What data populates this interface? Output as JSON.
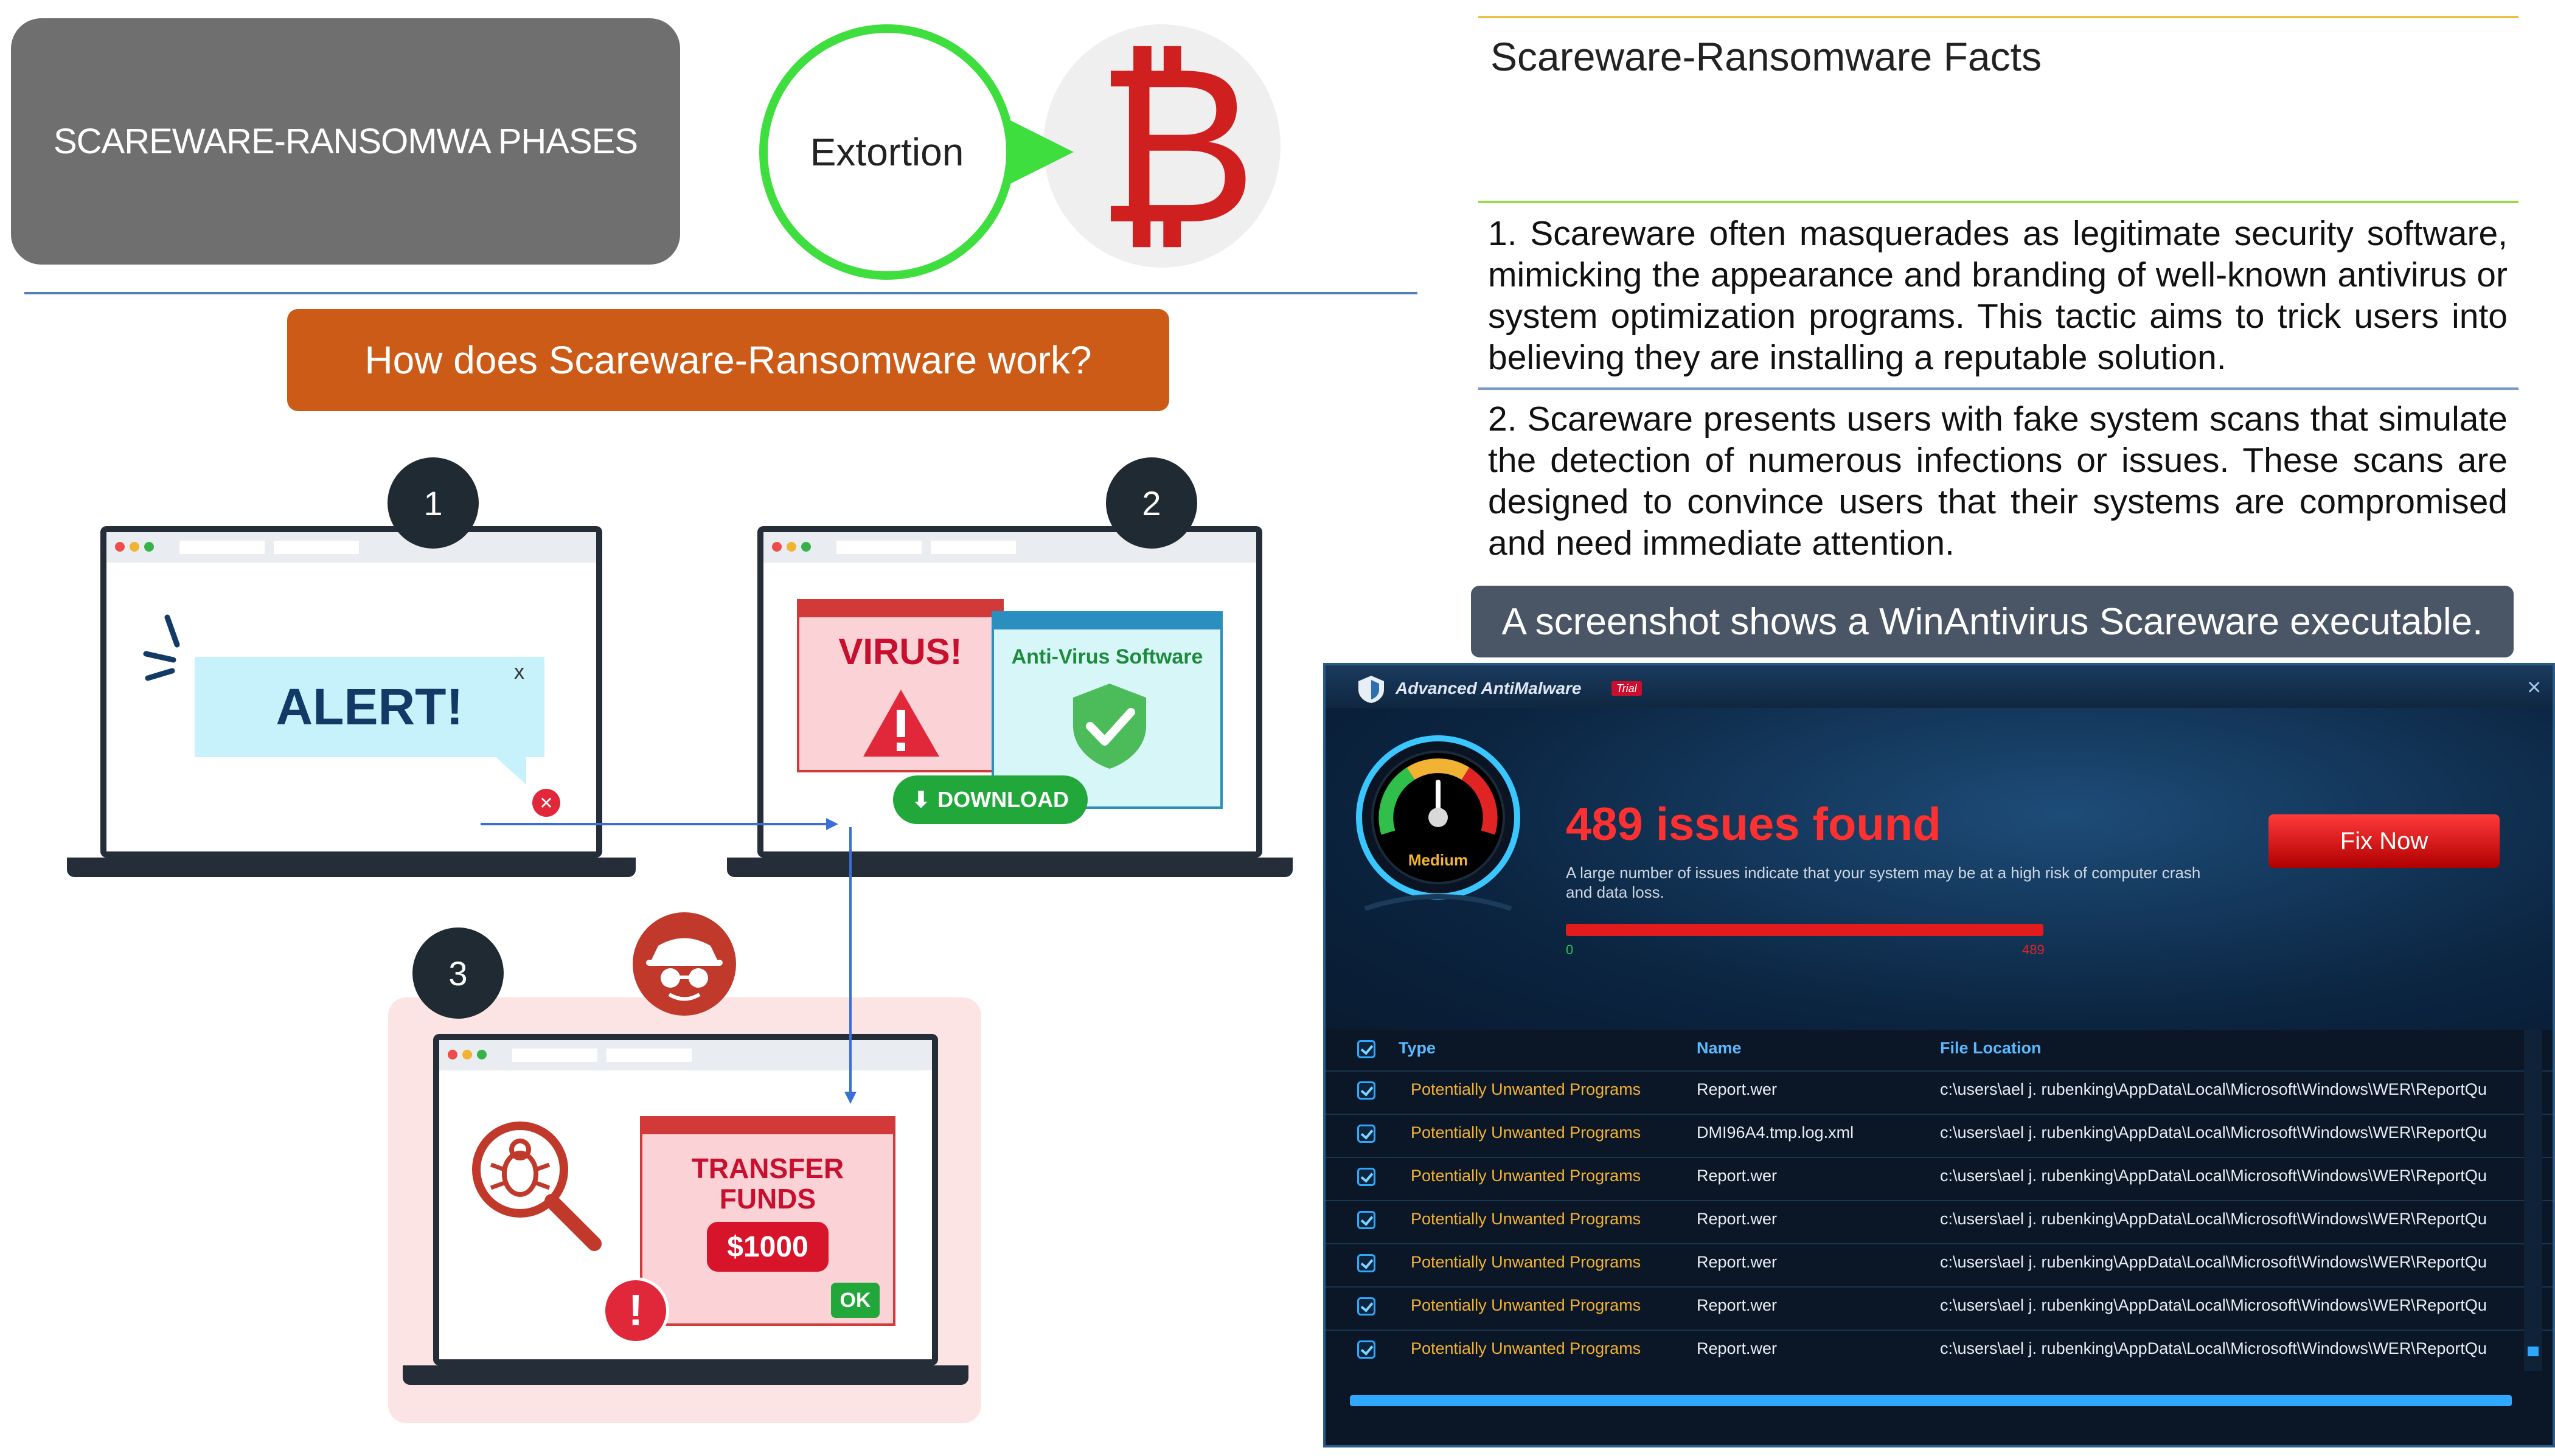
{
  "left": {
    "phases_label": "SCAREWARE-RANSOMWA PHASES",
    "extortion_label": "Extortion",
    "bitcoin_symbol": "₿",
    "how_label": "How does Scareware-Ransomware  work?",
    "steps": [
      "1",
      "2",
      "3"
    ],
    "laptop1": {
      "alert": "ALERT!",
      "close": "x",
      "cross": "✕"
    },
    "laptop2": {
      "virus": "VIRUS!",
      "av_title": "Anti-Virus Software",
      "download": "DOWNLOAD"
    },
    "laptop3": {
      "transfer": "TRANSFER",
      "funds": "FUNDS",
      "amount": "$1000",
      "ok": "OK"
    }
  },
  "right": {
    "facts_title": "Scareware-Ransomware Facts",
    "fact1": "1. Scareware often masquerades as legitimate security software, mimicking the appearance and branding of well-known antivirus or system optimization programs. This tactic aims to trick users into believing they are installing a reputable solution.",
    "fact2": "2. Scareware presents users with fake system scans that simulate the detection of numerous infections or issues. These scans are designed to convince users that their systems are compromised and need immediate attention.",
    "caption": "A screenshot  shows a WinAntivirus Scareware  executable."
  },
  "screenshot": {
    "title": "Advanced AntiMalware",
    "badge": "Trial",
    "close": "×",
    "gauge_label": "Medium",
    "issues": "489 issues found",
    "description": "A large number of issues indicate that your system may be at a high risk of computer crash and data loss.",
    "fix_button": "Fix Now",
    "bar_min": "0",
    "bar_max": "489",
    "columns": [
      "Type",
      "Name",
      "File Location"
    ],
    "rows": [
      {
        "type": "Potentially Unwanted Programs",
        "name": "Report.wer",
        "location": "c:\\users\\ael j. rubenking\\AppData\\Local\\Microsoft\\Windows\\WER\\ReportQu"
      },
      {
        "type": "Potentially Unwanted Programs",
        "name": "DMI96A4.tmp.log.xml",
        "location": "c:\\users\\ael j. rubenking\\AppData\\Local\\Microsoft\\Windows\\WER\\ReportQu"
      },
      {
        "type": "Potentially Unwanted Programs",
        "name": "Report.wer",
        "location": "c:\\users\\ael j. rubenking\\AppData\\Local\\Microsoft\\Windows\\WER\\ReportQu"
      },
      {
        "type": "Potentially Unwanted Programs",
        "name": "Report.wer",
        "location": "c:\\users\\ael j. rubenking\\AppData\\Local\\Microsoft\\Windows\\WER\\ReportQu"
      },
      {
        "type": "Potentially Unwanted Programs",
        "name": "Report.wer",
        "location": "c:\\users\\ael j. rubenking\\AppData\\Local\\Microsoft\\Windows\\WER\\ReportQu"
      },
      {
        "type": "Potentially Unwanted Programs",
        "name": "Report.wer",
        "location": "c:\\users\\ael j. rubenking\\AppData\\Local\\Microsoft\\Windows\\WER\\ReportQu"
      },
      {
        "type": "Potentially Unwanted Programs",
        "name": "Report.wer",
        "location": "c:\\users\\ael j. rubenking\\AppData\\Local\\Microsoft\\Windows\\WER\\ReportQu"
      }
    ]
  },
  "colors": {
    "phases_bg": "#6f6f6f",
    "how_bg": "#cc5b17",
    "extortion_ring": "#3fde3f",
    "bitcoin": "#d01f1f",
    "caption_bg": "#4a5566",
    "row_type": "#f2b233"
  }
}
